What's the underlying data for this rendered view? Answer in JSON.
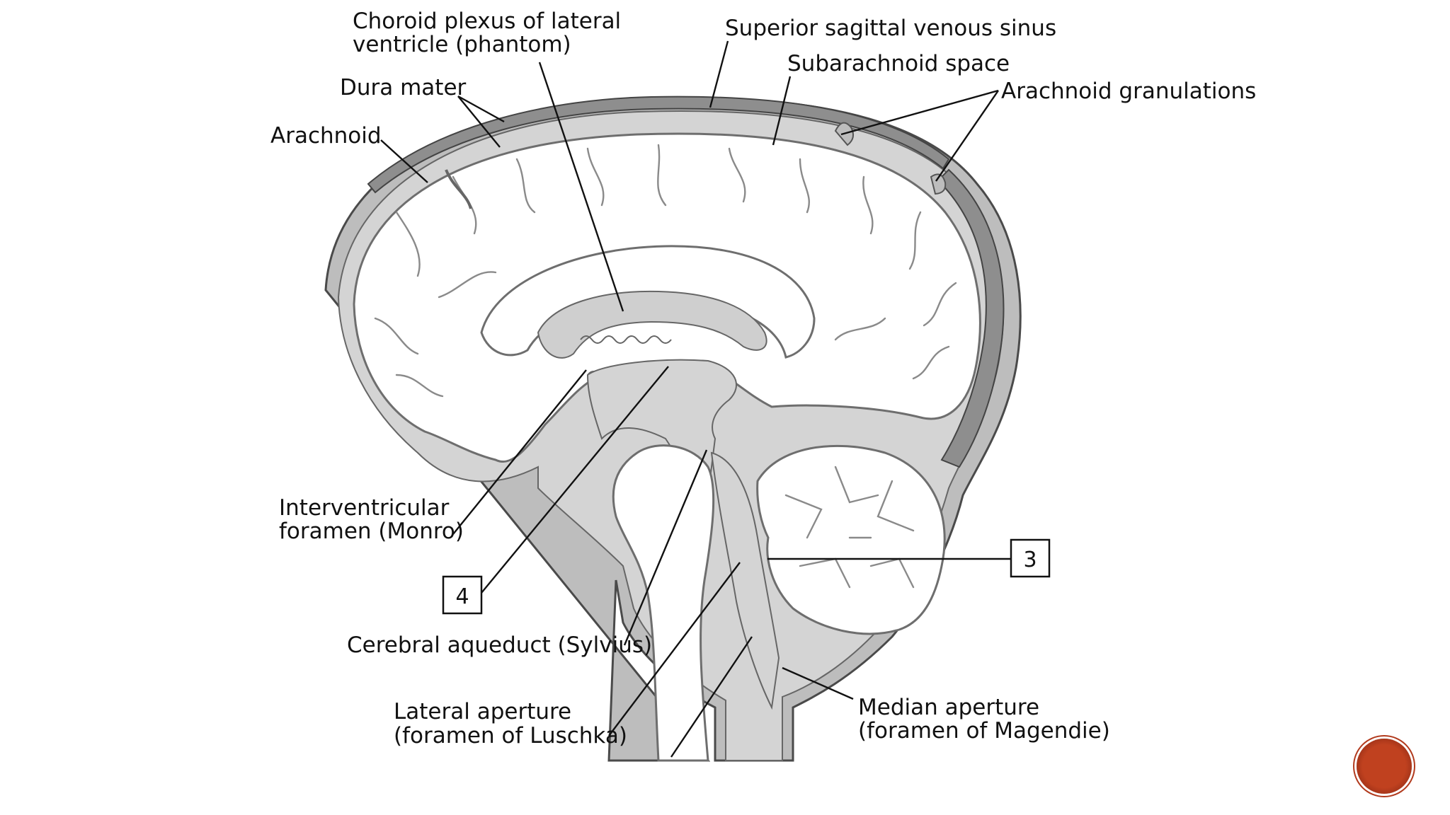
{
  "diagram": {
    "labels": {
      "choroid_plexus_line1": "Choroid plexus of lateral",
      "choroid_plexus_line2": "ventricle (phantom)",
      "superior_sagittal_sinus": "Superior sagittal venous sinus",
      "subarachnoid_space": "Subarachnoid space",
      "dura_mater": "Dura mater",
      "arachnoid_granulations": "Arachnoid granulations",
      "arachnoid": "Arachnoid",
      "interventricular_line1": "Interventricular",
      "interventricular_line2": "foramen (Monro)",
      "cerebral_aqueduct": "Cerebral aqueduct (Sylvius)",
      "lateral_aperture_line1": "Lateral aperture",
      "lateral_aperture_line2": "(foramen of Luschka)",
      "median_aperture_line1": "Median aperture",
      "median_aperture_line2": "(foramen of Magendie)"
    },
    "callouts": {
      "box_3": "3",
      "box_4": "4"
    }
  },
  "colors": {
    "background": "#ffffff",
    "csf_fill": "#d8d8d8",
    "dura_fill": "#9a9a9a",
    "brain_fill": "#ffffff",
    "nav_button": "#b23a1d"
  },
  "icons": {
    "nav_button": "red-circle-button"
  }
}
